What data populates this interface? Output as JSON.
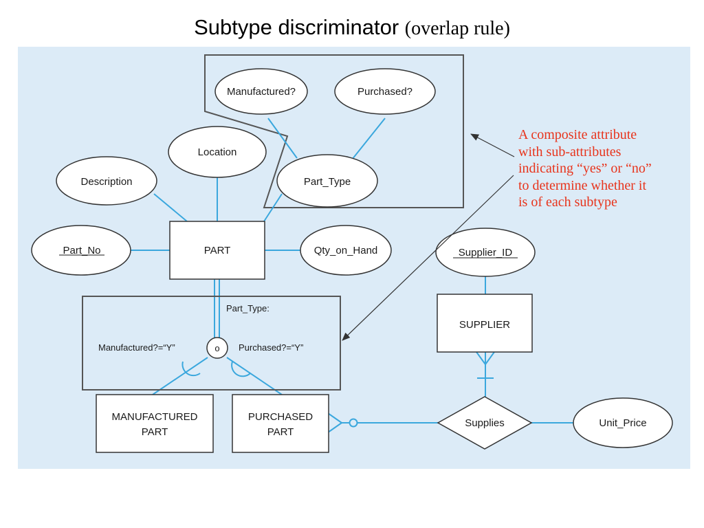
{
  "title": {
    "main": "Subtype discriminator",
    "sub": "(overlap rule)"
  },
  "entities": {
    "part": "PART",
    "supplier": "SUPPLIER",
    "manufactured_part": [
      "MANUFACTURED",
      "PART"
    ],
    "purchased_part": [
      "PURCHASED",
      "PART"
    ]
  },
  "attributes": {
    "manufactured": "Manufactured?",
    "purchased": "Purchased?",
    "location": "Location",
    "description": "Description",
    "part_type": "Part_Type",
    "part_no": "Part_No",
    "qty_on_hand": "Qty_on_Hand",
    "supplier_id": "Supplier_ID",
    "unit_price": "Unit_Price"
  },
  "relationship": {
    "supplies": "Supplies"
  },
  "discriminator": {
    "label": "Part_Type:",
    "symbol": "o",
    "left_condition": "Manufactured?=“Y”",
    "right_condition": "Purchased?=“Y”"
  },
  "annotation": {
    "lines": [
      "A composite attribute",
      "with sub-attributes",
      "indicating “yes” or “no”",
      "to determine whether it",
      "is of each subtype"
    ]
  },
  "colors": {
    "background": "#dcebf7",
    "connector": "#3aa7dd",
    "box_border": "#555555",
    "annotation_text": "#e8341c"
  }
}
